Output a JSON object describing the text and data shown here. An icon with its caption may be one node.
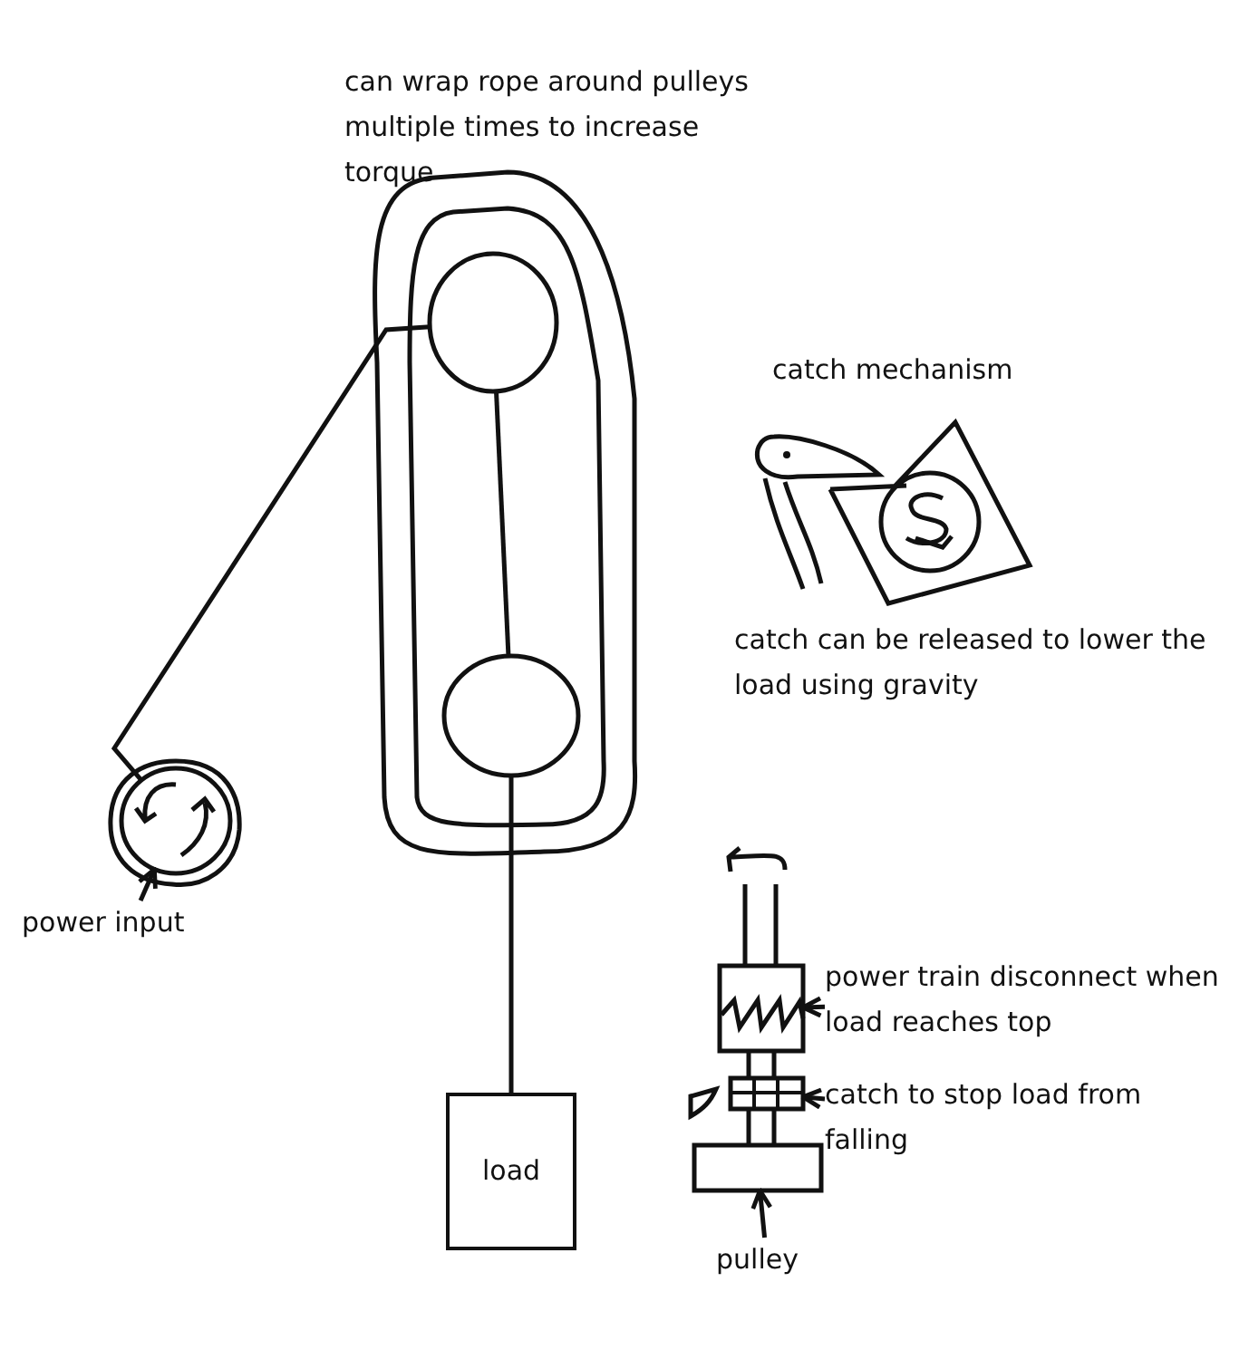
{
  "diagram": {
    "nodes": [
      {
        "text": [],
        "shape": "circle"
      },
      {
        "text": [],
        "shape": "circle"
      },
      {
        "text": [],
        "shape": "circle"
      },
      {
        "text": [
          "load"
        ]
      },
      {
        "text": [
          "power input"
        ]
      },
      {
        "text": [],
        "shape": "box"
      },
      {
        "text": [
          "power train disconnect when load reaches top"
        ]
      },
      {
        "text": [],
        "shape": "box"
      },
      {
        "text": [
          "catch to stop load from falling"
        ]
      },
      {
        "text": [],
        "shape": "bar"
      },
      {
        "text": [
          "pulley"
        ]
      }
    ],
    "edges": [
      {
        "from": 0,
        "to": 1,
        "arrow": "none"
      },
      {
        "from": 1,
        "to": 2,
        "arrow": "none"
      },
      {
        "from": 2,
        "to": 3,
        "arrow": "none"
      },
      {
        "from": 4,
        "to": 0,
        "arrow": "to"
      },
      {
        "from": 6,
        "to": 5,
        "arrow": "to"
      },
      {
        "from": 8,
        "to": 7,
        "arrow": "to"
      },
      {
        "from": 10,
        "to": 9,
        "arrow": "to"
      }
    ],
    "labels": [
      "can wrap rope around pulleys multiple times to increase torque",
      "catch mechanism",
      "catch can be released to lower the load using gravity"
    ]
  }
}
